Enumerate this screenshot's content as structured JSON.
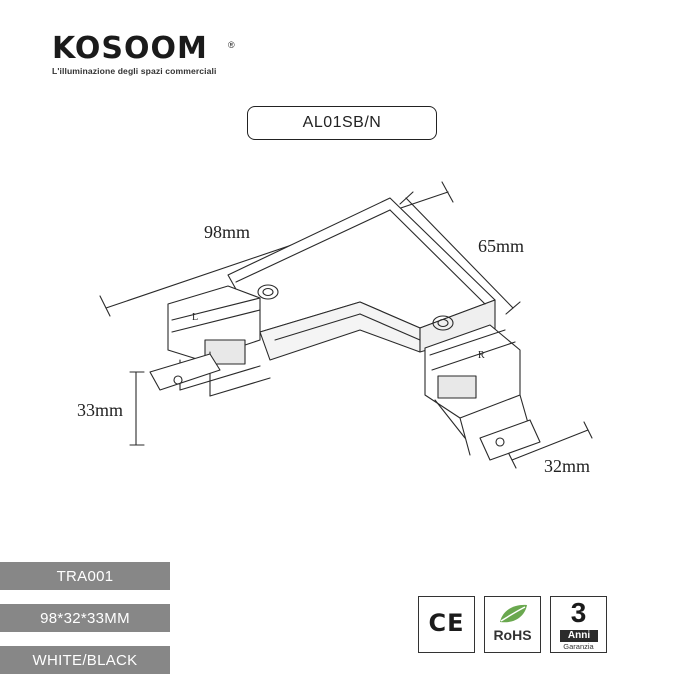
{
  "brand": {
    "name": "KOSOOM",
    "registered": "®",
    "tagline": "L'illuminazione degli spazi commerciali"
  },
  "product": {
    "model": "AL01SB/N"
  },
  "dimensions": {
    "length": "98mm",
    "width": "65mm",
    "height": "33mm",
    "track": "32mm"
  },
  "specs": {
    "code": "TRA001",
    "size": "98*32*33MM",
    "color": "WHITE/BLACK"
  },
  "certifications": {
    "ce": "CE",
    "rohs": "RoHS",
    "warranty_number": "3",
    "warranty_unit": "Anni",
    "warranty_label": "Garanzia"
  }
}
